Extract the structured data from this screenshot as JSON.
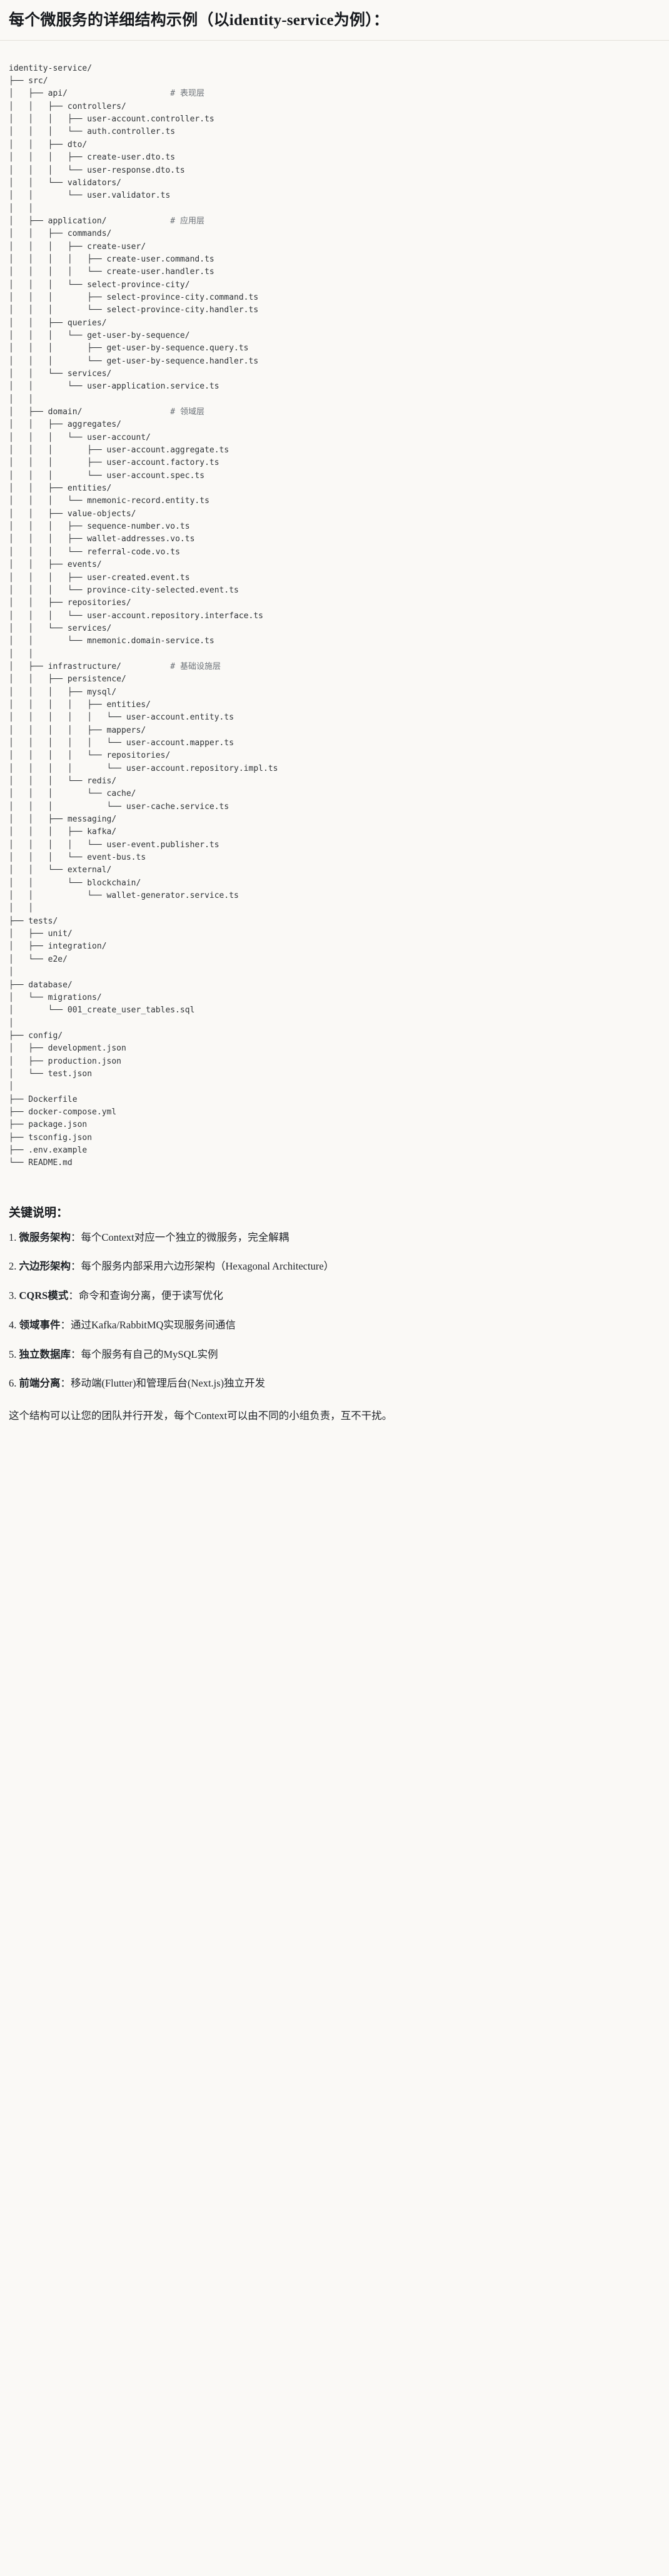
{
  "document": {
    "title": "每个微服务的详细结构示例（以identity-service为例）：",
    "background_color": "#faf9f6",
    "text_color": "#1f2328",
    "comment_color": "#6b7177"
  },
  "tree": {
    "root": "identity-service/",
    "lines": [
      {
        "text": "identity-service/",
        "comment": ""
      },
      {
        "text": "├── src/",
        "comment": ""
      },
      {
        "text": "│   ├── api/",
        "comment": "# 表现层"
      },
      {
        "text": "│   │   ├── controllers/",
        "comment": ""
      },
      {
        "text": "│   │   │   ├── user-account.controller.ts",
        "comment": ""
      },
      {
        "text": "│   │   │   └── auth.controller.ts",
        "comment": ""
      },
      {
        "text": "│   │   ├── dto/",
        "comment": ""
      },
      {
        "text": "│   │   │   ├── create-user.dto.ts",
        "comment": ""
      },
      {
        "text": "│   │   │   └── user-response.dto.ts",
        "comment": ""
      },
      {
        "text": "│   │   └── validators/",
        "comment": ""
      },
      {
        "text": "│   │       └── user.validator.ts",
        "comment": ""
      },
      {
        "text": "│   │",
        "comment": ""
      },
      {
        "text": "│   ├── application/",
        "comment": "# 应用层"
      },
      {
        "text": "│   │   ├── commands/",
        "comment": ""
      },
      {
        "text": "│   │   │   ├── create-user/",
        "comment": ""
      },
      {
        "text": "│   │   │   │   ├── create-user.command.ts",
        "comment": ""
      },
      {
        "text": "│   │   │   │   └── create-user.handler.ts",
        "comment": ""
      },
      {
        "text": "│   │   │   └── select-province-city/",
        "comment": ""
      },
      {
        "text": "│   │   │       ├── select-province-city.command.ts",
        "comment": ""
      },
      {
        "text": "│   │   │       └── select-province-city.handler.ts",
        "comment": ""
      },
      {
        "text": "│   │   ├── queries/",
        "comment": ""
      },
      {
        "text": "│   │   │   └── get-user-by-sequence/",
        "comment": ""
      },
      {
        "text": "│   │   │       ├── get-user-by-sequence.query.ts",
        "comment": ""
      },
      {
        "text": "│   │   │       └── get-user-by-sequence.handler.ts",
        "comment": ""
      },
      {
        "text": "│   │   └── services/",
        "comment": ""
      },
      {
        "text": "│   │       └── user-application.service.ts",
        "comment": ""
      },
      {
        "text": "│   │",
        "comment": ""
      },
      {
        "text": "│   ├── domain/",
        "comment": "# 领域层"
      },
      {
        "text": "│   │   ├── aggregates/",
        "comment": ""
      },
      {
        "text": "│   │   │   └── user-account/",
        "comment": ""
      },
      {
        "text": "│   │   │       ├── user-account.aggregate.ts",
        "comment": ""
      },
      {
        "text": "│   │   │       ├── user-account.factory.ts",
        "comment": ""
      },
      {
        "text": "│   │   │       └── user-account.spec.ts",
        "comment": ""
      },
      {
        "text": "│   │   ├── entities/",
        "comment": ""
      },
      {
        "text": "│   │   │   └── mnemonic-record.entity.ts",
        "comment": ""
      },
      {
        "text": "│   │   ├── value-objects/",
        "comment": ""
      },
      {
        "text": "│   │   │   ├── sequence-number.vo.ts",
        "comment": ""
      },
      {
        "text": "│   │   │   ├── wallet-addresses.vo.ts",
        "comment": ""
      },
      {
        "text": "│   │   │   └── referral-code.vo.ts",
        "comment": ""
      },
      {
        "text": "│   │   ├── events/",
        "comment": ""
      },
      {
        "text": "│   │   │   ├── user-created.event.ts",
        "comment": ""
      },
      {
        "text": "│   │   │   └── province-city-selected.event.ts",
        "comment": ""
      },
      {
        "text": "│   │   ├── repositories/",
        "comment": ""
      },
      {
        "text": "│   │   │   └── user-account.repository.interface.ts",
        "comment": ""
      },
      {
        "text": "│   │   └── services/",
        "comment": ""
      },
      {
        "text": "│   │       └── mnemonic.domain-service.ts",
        "comment": ""
      },
      {
        "text": "│   │",
        "comment": ""
      },
      {
        "text": "│   ├── infrastructure/",
        "comment": "# 基础设施层"
      },
      {
        "text": "│   │   ├── persistence/",
        "comment": ""
      },
      {
        "text": "│   │   │   ├── mysql/",
        "comment": ""
      },
      {
        "text": "│   │   │   │   ├── entities/",
        "comment": ""
      },
      {
        "text": "│   │   │   │   │   └── user-account.entity.ts",
        "comment": ""
      },
      {
        "text": "│   │   │   │   ├── mappers/",
        "comment": ""
      },
      {
        "text": "│   │   │   │   │   └── user-account.mapper.ts",
        "comment": ""
      },
      {
        "text": "│   │   │   │   └── repositories/",
        "comment": ""
      },
      {
        "text": "│   │   │   │       └── user-account.repository.impl.ts",
        "comment": ""
      },
      {
        "text": "│   │   │   └── redis/",
        "comment": ""
      },
      {
        "text": "│   │   │       └── cache/",
        "comment": ""
      },
      {
        "text": "│   │   │           └── user-cache.service.ts",
        "comment": ""
      },
      {
        "text": "│   │   ├── messaging/",
        "comment": ""
      },
      {
        "text": "│   │   │   ├── kafka/",
        "comment": ""
      },
      {
        "text": "│   │   │   │   └── user-event.publisher.ts",
        "comment": ""
      },
      {
        "text": "│   │   │   └── event-bus.ts",
        "comment": ""
      },
      {
        "text": "│   │   └── external/",
        "comment": ""
      },
      {
        "text": "│   │       └── blockchain/",
        "comment": ""
      },
      {
        "text": "│   │           └── wallet-generator.service.ts",
        "comment": ""
      },
      {
        "text": "│   │",
        "comment": ""
      },
      {
        "text": "├── tests/",
        "comment": ""
      },
      {
        "text": "│   ├── unit/",
        "comment": ""
      },
      {
        "text": "│   ├── integration/",
        "comment": ""
      },
      {
        "text": "│   └── e2e/",
        "comment": ""
      },
      {
        "text": "│",
        "comment": ""
      },
      {
        "text": "├── database/",
        "comment": ""
      },
      {
        "text": "│   └── migrations/",
        "comment": ""
      },
      {
        "text": "│       └── 001_create_user_tables.sql",
        "comment": ""
      },
      {
        "text": "│",
        "comment": ""
      },
      {
        "text": "├── config/",
        "comment": ""
      },
      {
        "text": "│   ├── development.json",
        "comment": ""
      },
      {
        "text": "│   ├── production.json",
        "comment": ""
      },
      {
        "text": "│   └── test.json",
        "comment": ""
      },
      {
        "text": "│",
        "comment": ""
      },
      {
        "text": "├── Dockerfile",
        "comment": ""
      },
      {
        "text": "├── docker-compose.yml",
        "comment": ""
      },
      {
        "text": "├── package.json",
        "comment": ""
      },
      {
        "text": "├── tsconfig.json",
        "comment": ""
      },
      {
        "text": "├── .env.example",
        "comment": ""
      },
      {
        "text": "└── README.md",
        "comment": ""
      }
    ],
    "comment_column": 33
  },
  "keys": {
    "heading": "关键说明：",
    "items": [
      {
        "num": "1.",
        "term": "微服务架构",
        "sep": "：",
        "desc": "每个Context对应一个独立的微服务，完全解耦"
      },
      {
        "num": "2.",
        "term": "六边形架构",
        "sep": "：",
        "desc": "每个服务内部采用六边形架构（Hexagonal Architecture）"
      },
      {
        "num": "3.",
        "term": "CQRS模式",
        "sep": "：",
        "desc": "命令和查询分离，便于读写优化"
      },
      {
        "num": "4.",
        "term": "领域事件",
        "sep": "：",
        "desc": "通过Kafka/RabbitMQ实现服务间通信"
      },
      {
        "num": "5.",
        "term": "独立数据库",
        "sep": "：",
        "desc": "每个服务有自己的MySQL实例"
      },
      {
        "num": "6.",
        "term": "前端分离",
        "sep": "：",
        "desc": "移动端(Flutter)和管理后台(Next.js)独立开发"
      }
    ],
    "footer": "这个结构可以让您的团队并行开发，每个Context可以由不同的小组负责，互不干扰。"
  }
}
